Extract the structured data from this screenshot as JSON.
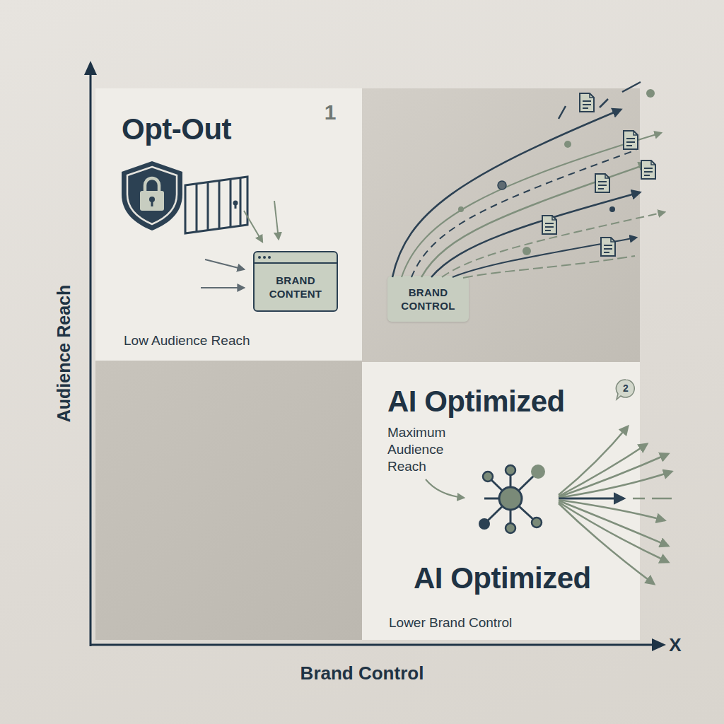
{
  "diagram": {
    "nodes": [
      {
        "text": [
          "Opt-Out",
          "Low Audience Reach"
        ]
      },
      {
        "text": [
          "BRAND CONTENT"
        ],
        "in": 0
      },
      {
        "text": [
          "BRAND CONTROL"
        ]
      },
      {
        "text": [
          "AI Optimized",
          "Maximum Audience Reach",
          "AI Optimized",
          "Lower Brand Control"
        ]
      }
    ],
    "labels": [
      "1",
      "2",
      "Audience Reach",
      "Brand Control",
      "X"
    ]
  }
}
